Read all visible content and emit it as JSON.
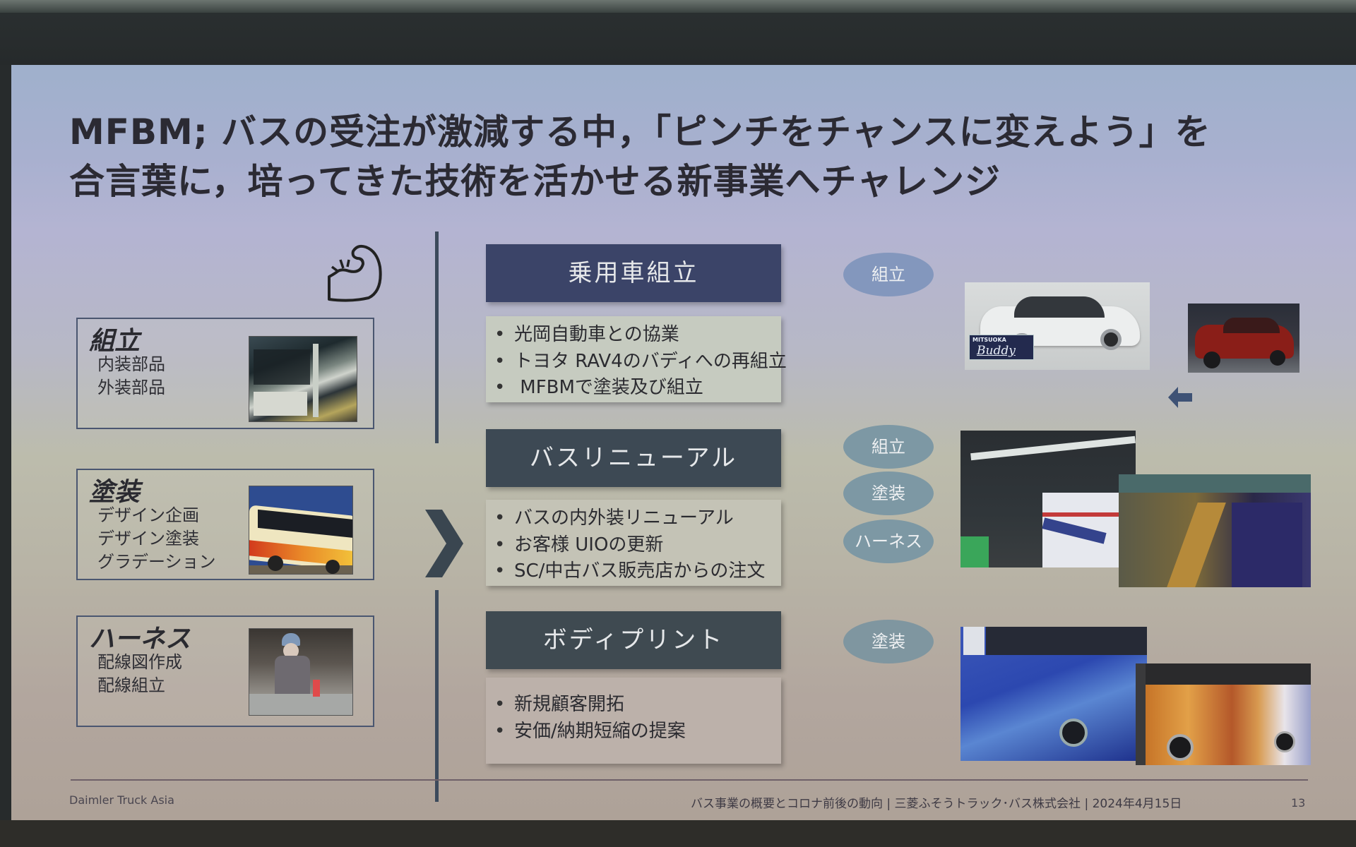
{
  "slide": {
    "title_lines": [
      "MFBM; バスの受注が激減する中，「ピンチをチャンスに変えよう」を",
      "合言葉に，培ってきた技術を活かせる新事業へチャレンジ"
    ],
    "skills": [
      {
        "title": "組立",
        "items": [
          "内装部品",
          "外装部品"
        ],
        "photo": "bus-assembly-photo"
      },
      {
        "title": "塗装",
        "items": [
          "デザイン企画",
          "デザイン塗装",
          "グラデーション"
        ],
        "photo": "painted-coach-bus-photo"
      },
      {
        "title": "ハーネス",
        "items": [
          "配線図作成",
          "配線組立"
        ],
        "photo": "harness-worker-photo"
      }
    ],
    "businesses": [
      {
        "header": "乗用車組立",
        "header_color": "#3b4468",
        "body_color": "#c6cbc0",
        "bullets": [
          "光岡自動車との協業",
          "トヨタ RAV4のバディへの再組立",
          " MFBMで塗装及び組立"
        ],
        "tags": [
          "組立"
        ],
        "tag_color": "#8397bd"
      },
      {
        "header": "バスリニューアル",
        "header_color": "#3d4954",
        "body_color": "#c4c3b6",
        "bullets": [
          "バスの内外装リニューアル",
          "お客様 UIOの更新",
          "SC/中古バス販売店からの注文"
        ],
        "tags": [
          "組立",
          "塗装",
          "ハーネス"
        ],
        "tag_color": "#7d98a4"
      },
      {
        "header": "ボディプリント",
        "header_color": "#3f4a51",
        "body_color": "#bcb1aa",
        "bullets": [
          "新規顧客開拓",
          "安価/納期短縮の提案"
        ],
        "tags": [
          "塗装"
        ],
        "tag_color": "#7f96a0"
      }
    ],
    "logo_badge": {
      "line1": "MITSUOKA",
      "line2": "Buddy"
    },
    "footer": {
      "left": "Daimler Truck Asia",
      "right": "バス事業の概要とコロナ前後の動向 | 三菱ふそうトラック･バス株式会社 | 2024年4月15日",
      "page": "13"
    }
  }
}
